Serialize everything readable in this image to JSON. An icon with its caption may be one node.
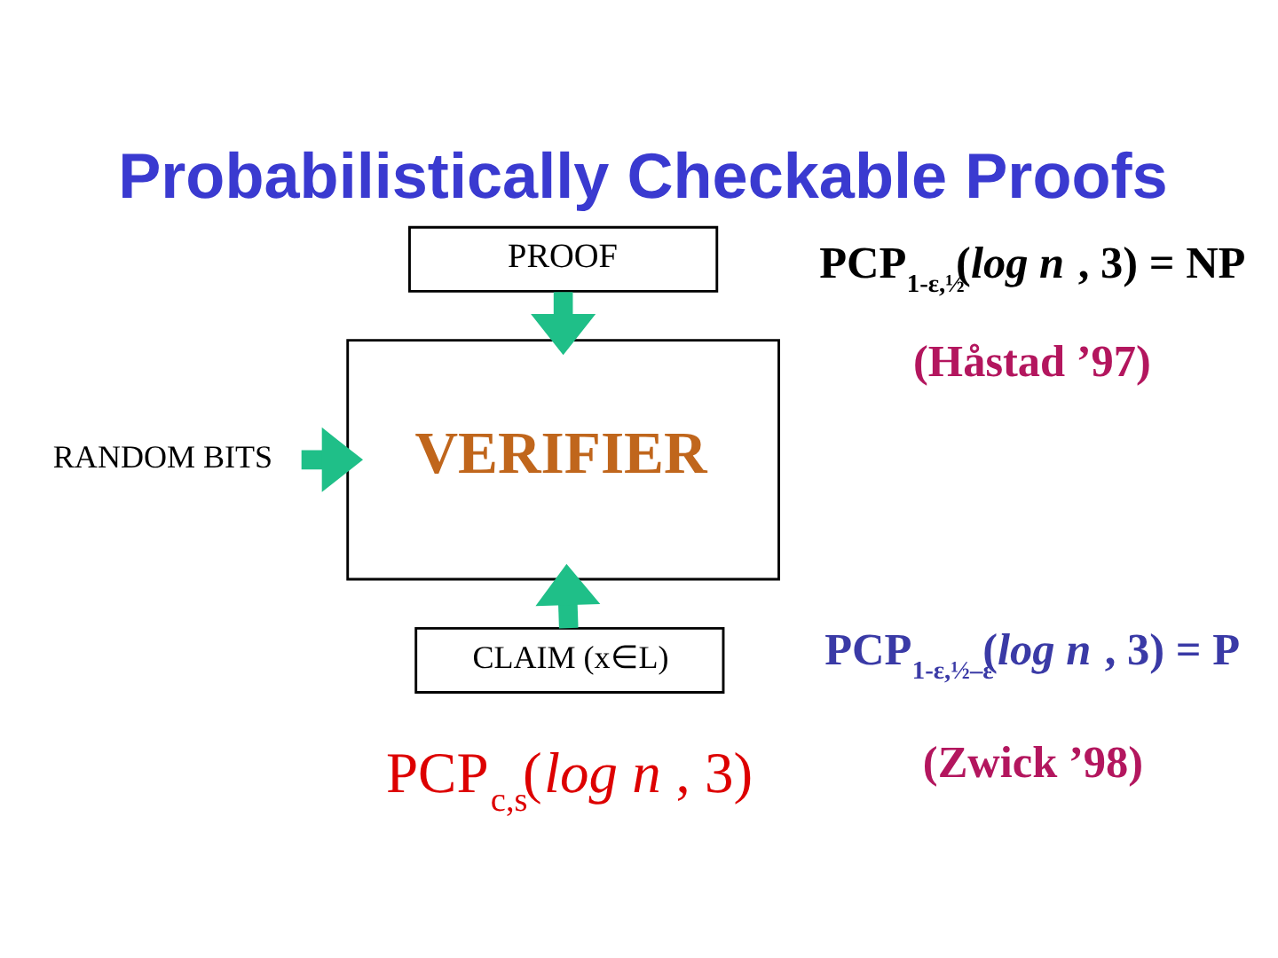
{
  "diagram": {
    "title": "Probabilistically Checkable Proofs",
    "nodes": [
      {
        "text": [
          "PROOF"
        ]
      },
      {
        "text": [
          "RANDOM BITS"
        ]
      },
      {
        "text": [
          "VERIFIER"
        ]
      },
      {
        "text": [
          "CLAIM (x∈L)"
        ]
      }
    ],
    "edges": [
      {
        "from": 0,
        "to": 2,
        "arrow": "to"
      },
      {
        "from": 1,
        "to": 2,
        "arrow": "to"
      },
      {
        "from": 3,
        "to": 2,
        "arrow": "to"
      }
    ],
    "labels": [
      "PCP$_{1-ε,½}$(*log n* , 3) = NP",
      "(Håstad ’97)",
      "PCP$_{1-ε,½–ε}$(*log n* , 3) = P",
      "(Zwick ’98)",
      "PCP$_{c,s}$(*log n* , 3)"
    ]
  }
}
